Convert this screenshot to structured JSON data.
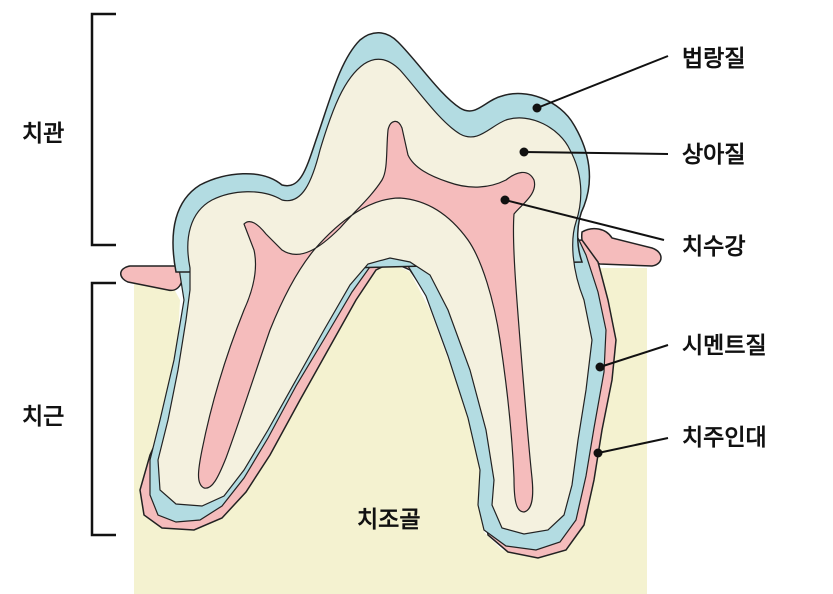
{
  "labels": {
    "crown": "치관",
    "root": "치근",
    "enamel": "법랑질",
    "dentin": "상아질",
    "pulp": "치수강",
    "cementum": "시멘트질",
    "ligament": "치주인대",
    "bone": "치조골"
  },
  "colors": {
    "bone": "#f4f2d0",
    "enamel": "#b3dce2",
    "dentin": "#f4f1df",
    "pulp": "#f5bcbc",
    "gum": "#f5bcbc",
    "outline": "#222222"
  }
}
